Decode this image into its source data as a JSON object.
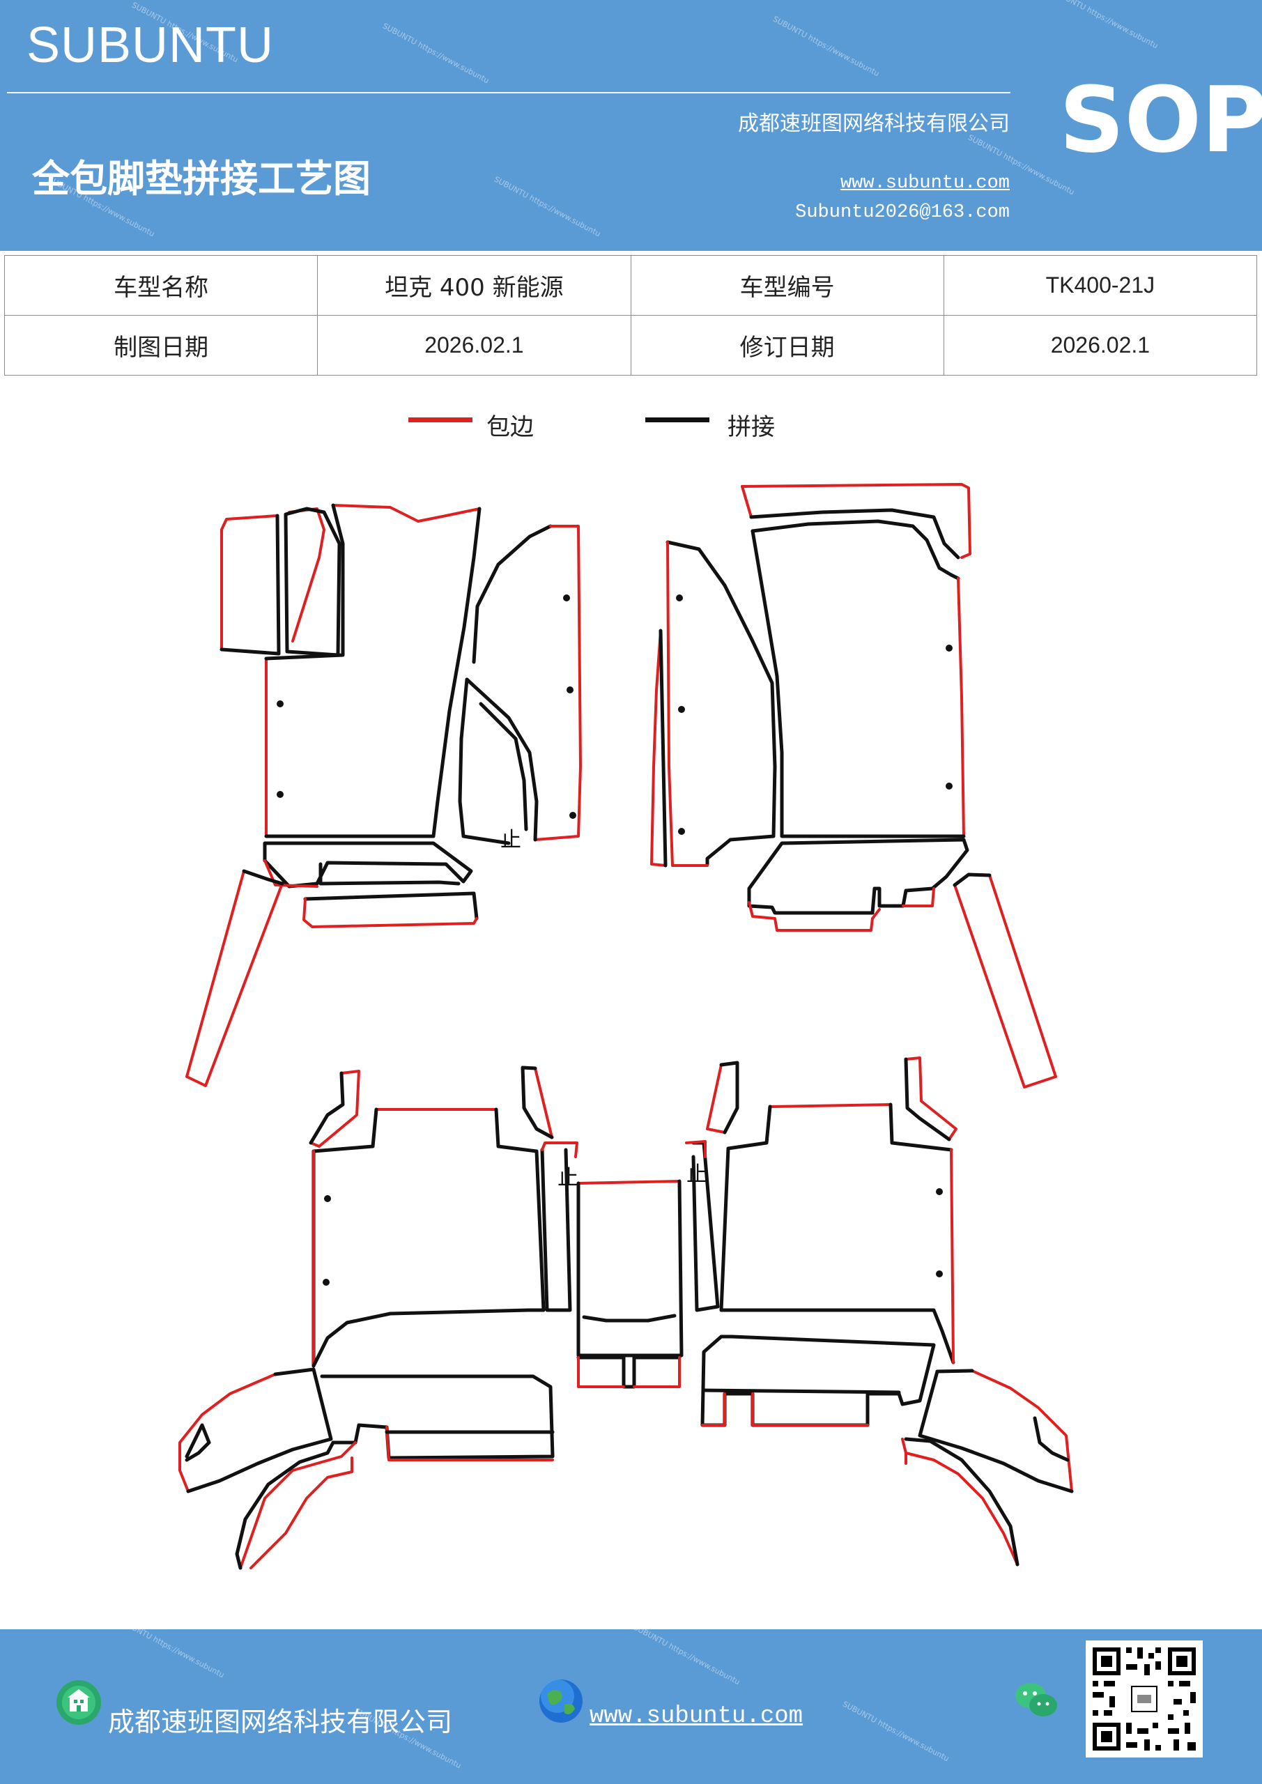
{
  "header": {
    "brand": "SUBUNTU",
    "title": "全包脚垫拼接工艺图",
    "company": "成都速班图网络科技有限公司",
    "url": "www.subuntu.com",
    "email": "Subuntu2026@163.com",
    "badge": "SOP"
  },
  "info": {
    "model_name_label": "车型名称",
    "model_name_value": "坦克 400 新能源",
    "model_code_label": "车型编号",
    "model_code_value": "TK400-21J",
    "draw_date_label": "制图日期",
    "draw_date_value": "2026.02.1",
    "revise_date_label": "修订日期",
    "revise_date_value": "2026.02.1"
  },
  "legend": {
    "edge_label": "包边",
    "edge_color": "#e02020",
    "join_label": "拼接",
    "join_color": "#111111"
  },
  "diagram": {
    "marks": [
      "止",
      "止",
      "止"
    ]
  },
  "footer": {
    "company": "成都速班图网络科技有限公司",
    "url": "www.subuntu.com",
    "icons": [
      "building-icon",
      "globe-icon",
      "wechat-icon",
      "qr-code"
    ]
  },
  "colors": {
    "brand_blue": "#5b9bd5",
    "edge_red": "#e02020",
    "join_black": "#111111"
  }
}
